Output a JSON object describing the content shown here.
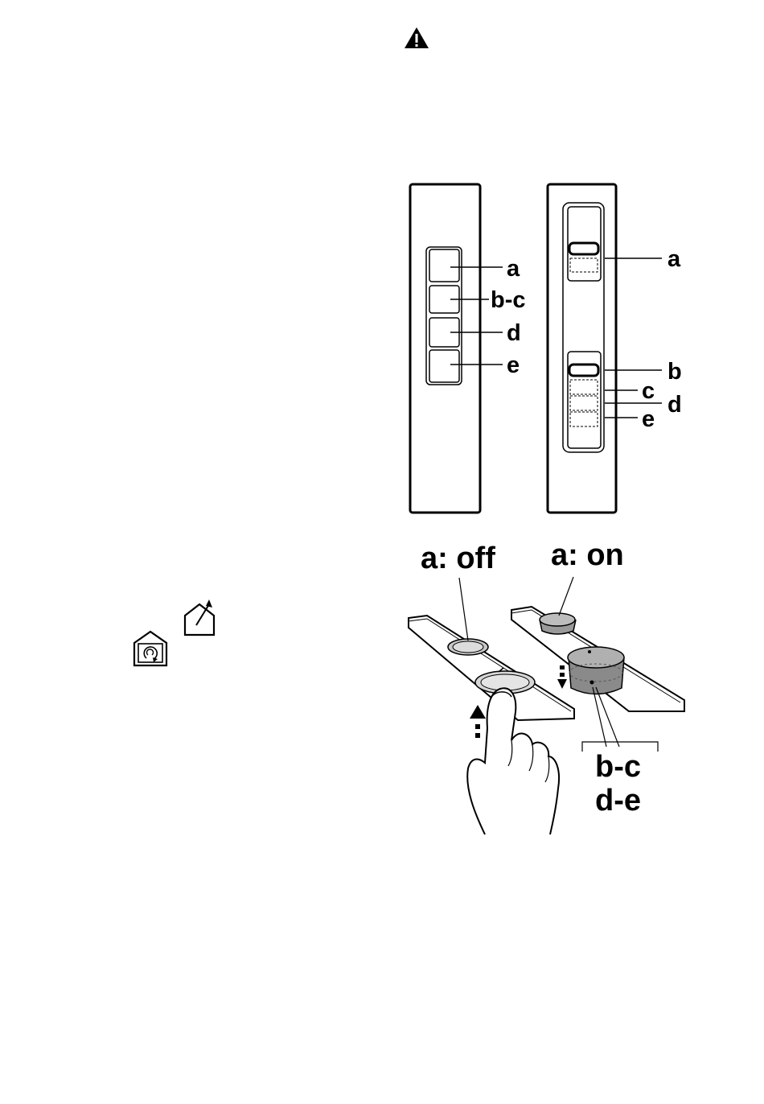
{
  "warning_icon": "warning-triangle-icon",
  "extraction_icon": "house-extraction-icon",
  "recirculation_icon": "house-recirculation-icon",
  "panel_left": {
    "labels": [
      "a",
      "b-c",
      "d",
      "e"
    ]
  },
  "panel_right": {
    "labels": [
      "a",
      "b",
      "c",
      "d",
      "e"
    ]
  },
  "bottom": {
    "label_off": "a: off",
    "label_on": "a: on",
    "label_group_line1": "b-c",
    "label_group_line2": "d-e"
  }
}
